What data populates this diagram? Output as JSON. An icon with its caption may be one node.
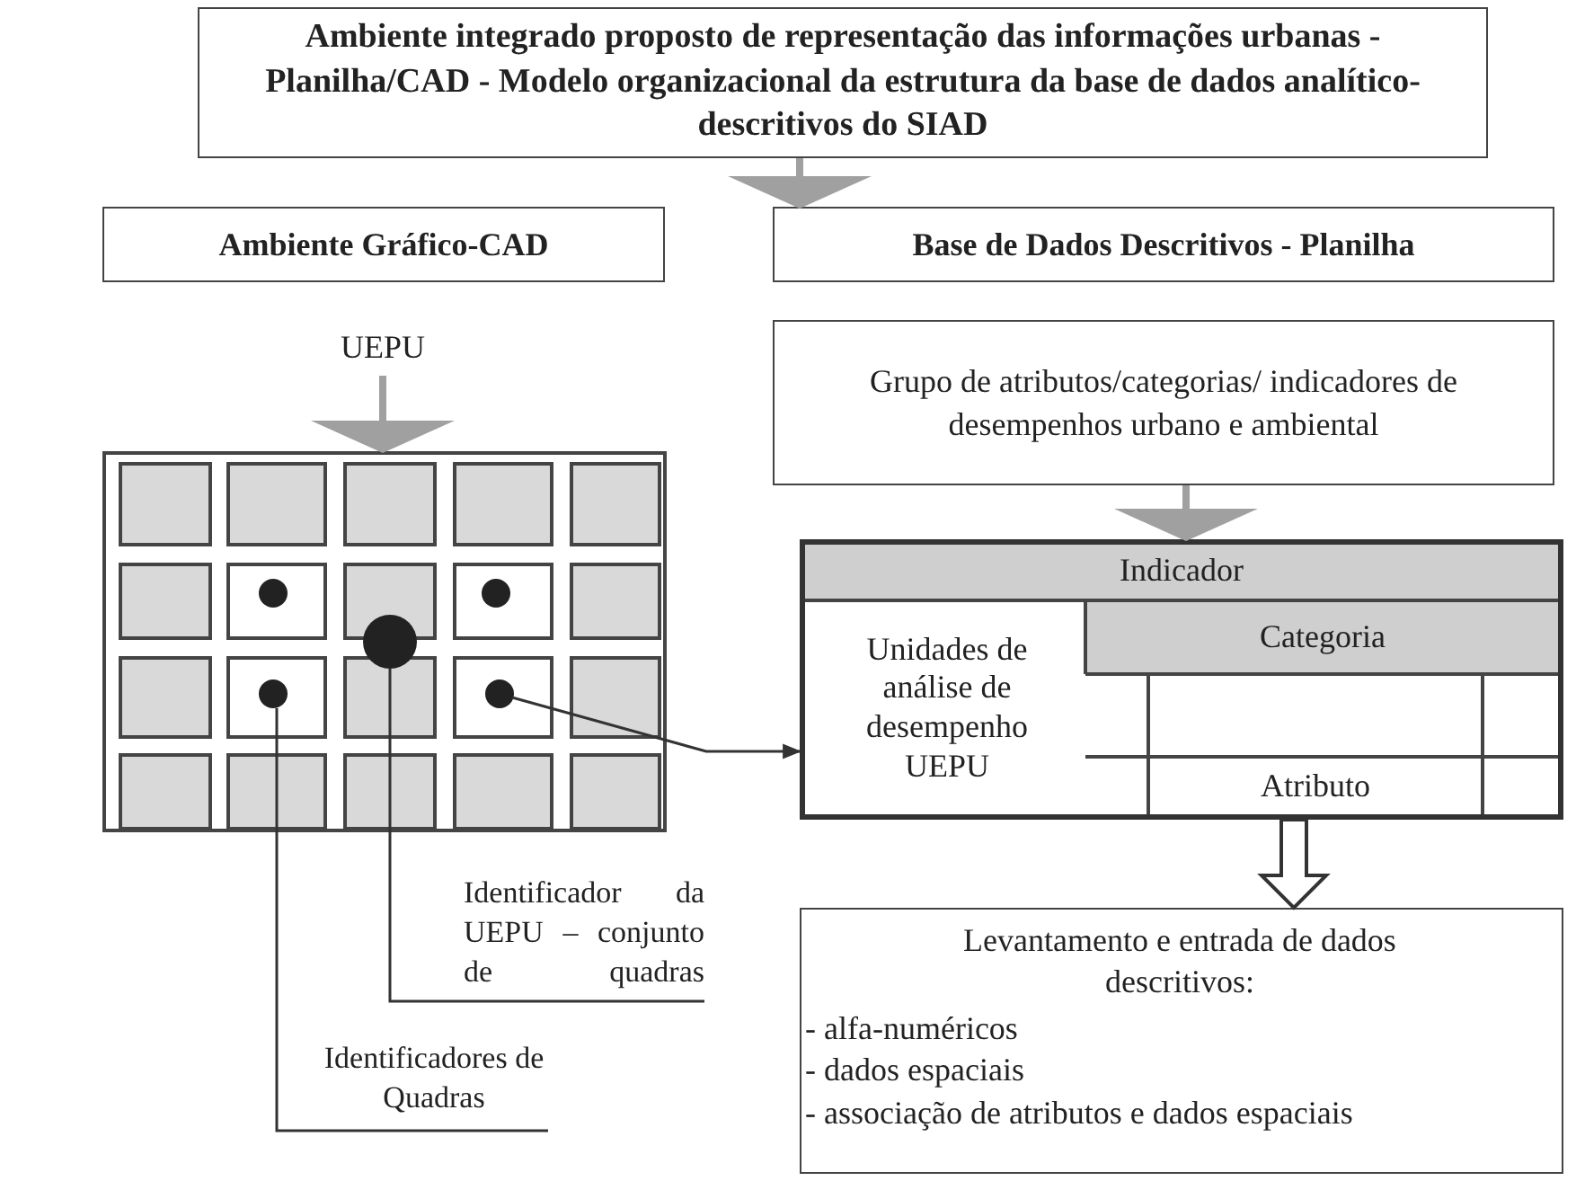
{
  "diagram": {
    "nodes": [
      {
        "text": [
          "Ambiente integrado proposto de representação das informações urbanas - Planilha/CAD - Modelo organizacional da estrutura da base de dados analítico-descritivos do SIAD"
        ]
      },
      {
        "text": [
          "Ambiente Gráfico-CAD"
        ]
      },
      {
        "text": [
          "Base de Dados Descritivos - Planilha"
        ]
      },
      {
        "text": [
          "Grupo de atributos/categorias/ indicadores de desempenhos urbano e ambiental"
        ]
      },
      {
        "text": [
          "UEPU"
        ]
      },
      {
        "text": [],
        "shape": "box"
      },
      {
        "text": [],
        "shape": "circle",
        "in": 5
      },
      {
        "text": [],
        "shape": "circle",
        "in": 5
      },
      {
        "text": [],
        "shape": "circle",
        "in": 5
      },
      {
        "text": [],
        "shape": "circle",
        "in": 5
      },
      {
        "text": [],
        "shape": "circle",
        "in": 5
      },
      {
        "text": [
          "Indicador",
          "Unidades de análise de desempenho UEPU",
          "Categoria",
          "Atributo"
        ]
      },
      {
        "text": [
          "Identificador da UEPU – conjunto de quadras"
        ]
      },
      {
        "text": [
          "Identificadores de Quadras"
        ]
      },
      {
        "text": [
          "Levantamento e entrada de dados descritivos:",
          "- alfa-numéricos",
          "- dados espaciais",
          "- associação de atributos e dados espaciais"
        ]
      }
    ],
    "edges": [
      {
        "from": 0,
        "to": 2,
        "arrow": "to",
        "style": "thick",
        "color": "#a0a0a0"
      },
      {
        "from": 4,
        "to": 5,
        "arrow": "to",
        "style": "thick",
        "color": "#a0a0a0"
      },
      {
        "from": 3,
        "to": 11,
        "arrow": "to",
        "style": "thick",
        "color": "#a0a0a0"
      },
      {
        "from": 10,
        "to": 11,
        "arrow": "to",
        "color": "#333333"
      },
      {
        "from": 11,
        "to": 14,
        "arrow": "to",
        "style": "thick",
        "color": "#333333"
      },
      {
        "from": 12,
        "to": 8,
        "arrow": "none",
        "color": "#333333"
      },
      {
        "from": 13,
        "to": 9,
        "arrow": "none",
        "color": "#333333"
      }
    ]
  }
}
